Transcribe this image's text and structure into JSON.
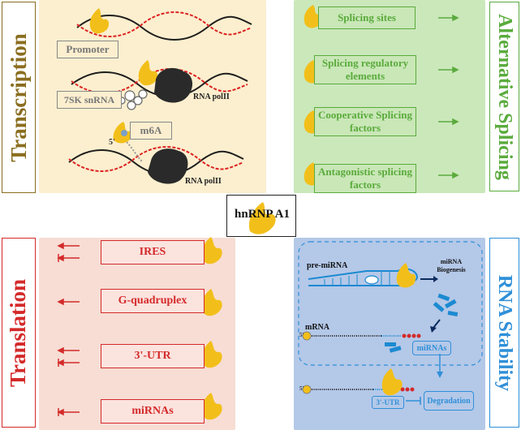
{
  "center": {
    "label": "hnRNP A1"
  },
  "transcription": {
    "title": "Transcription",
    "promoter": "Promoter",
    "snrna": "7SK snRNA",
    "m6a": "m6A",
    "polii_1": "RNA polII",
    "polii_2": "RNA polII",
    "five_prime": "5'"
  },
  "splicing": {
    "title": "Alternative Splicing",
    "items": [
      "Splicing sites",
      "Splicing regulatory elements",
      "Cooperative Splicing factors",
      "Antagonistic splicing factors"
    ]
  },
  "translation": {
    "title": "Translation",
    "items": [
      "IRES",
      "G-quadruplex",
      "3'-UTR",
      "miRNAs"
    ]
  },
  "stability": {
    "title": "RNA Stability",
    "pre_mirna": "pre-miRNA",
    "mirna_biogenesis": "miRNA Biogenesis",
    "mrna": "mRNA",
    "mirnas": "miRNAs",
    "utr": "3'-UTR",
    "degradation": "Degradation",
    "five_prime": "5'"
  },
  "colors": {
    "transcription": "#8a6d1f",
    "splicing": "#5aab3c",
    "translation": "#d42a2a",
    "stability": "#2f8fd8",
    "hnrnp": "#f2bf1a"
  }
}
